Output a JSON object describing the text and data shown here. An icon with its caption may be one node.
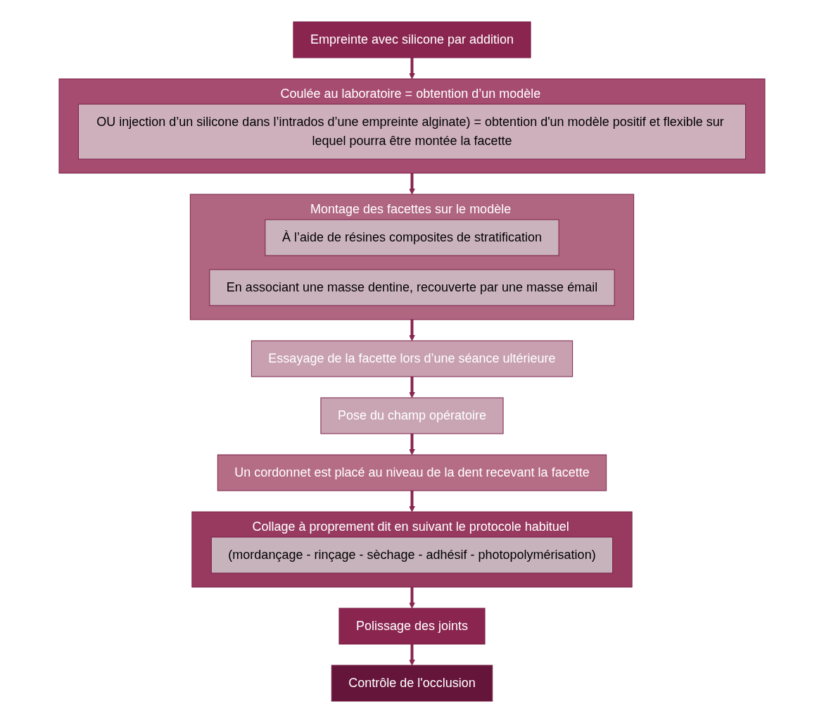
{
  "diagram": {
    "nodes": [
      {
        "text": [
          "Empreinte avec silicone par addition"
        ]
      },
      {
        "text": [
          "Coulée au laboratoire = obtention d’un modèle"
        ]
      },
      {
        "text": [
          "OU injection d’un silicone dans l’intrados d’une empreinte alginate) = obtention d'un modèle positif et flexible sur lequel pourra être montée la facette"
        ],
        "in": 1
      },
      {
        "text": [
          "Montage des facettes sur le modèle"
        ]
      },
      {
        "text": [
          "À l’aide de résines composites de stratification"
        ],
        "in": 3
      },
      {
        "text": [
          "En associant une masse dentine, recouverte par une masse émail"
        ],
        "in": 3
      },
      {
        "text": [
          "Essayage de la facette lors d’une séance ultérieure"
        ]
      },
      {
        "text": [
          "Pose du champ opératoire"
        ]
      },
      {
        "text": [
          "Un cordonnet est placé au niveau de la dent recevant la facette"
        ]
      },
      {
        "text": [
          "Collage à proprement dit en suivant le protocole habituel"
        ]
      },
      {
        "text": [
          "(mordançage - rinçage - sèchage - adhésif - photopolymérisation)"
        ],
        "in": 9
      },
      {
        "text": [
          "Polissage des joints"
        ]
      },
      {
        "text": [
          "Contrôle de l'occlusion"
        ]
      }
    ],
    "edges": [
      {
        "from": 0,
        "to": 1,
        "arrow": "to"
      },
      {
        "from": 1,
        "to": 3,
        "arrow": "to"
      },
      {
        "from": 3,
        "to": 6,
        "arrow": "to"
      },
      {
        "from": 6,
        "to": 7,
        "arrow": "to"
      },
      {
        "from": 7,
        "to": 8,
        "arrow": "to"
      },
      {
        "from": 8,
        "to": 9,
        "arrow": "to"
      },
      {
        "from": 9,
        "to": 11,
        "arrow": "to"
      },
      {
        "from": 11,
        "to": 12,
        "arrow": "to"
      }
    ]
  }
}
